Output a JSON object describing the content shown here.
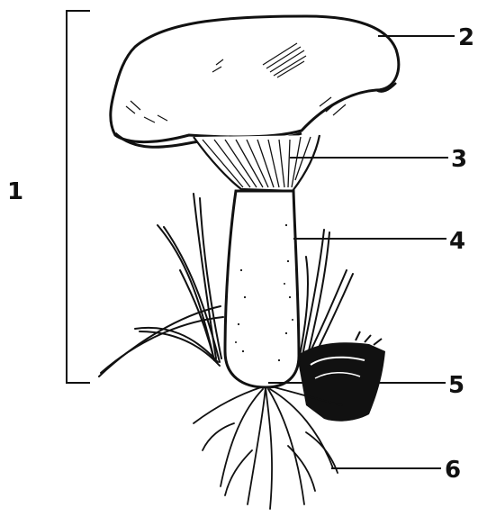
{
  "diagram": {
    "subject": "mushroom-structure",
    "labels": {
      "whole_fruiting_body": "1",
      "cap": "2",
      "gills": "3",
      "stem": "4",
      "stem_base": "5",
      "mycelium": "6"
    }
  },
  "colors": {
    "ink": "#111111",
    "background": "#ffffff"
  }
}
